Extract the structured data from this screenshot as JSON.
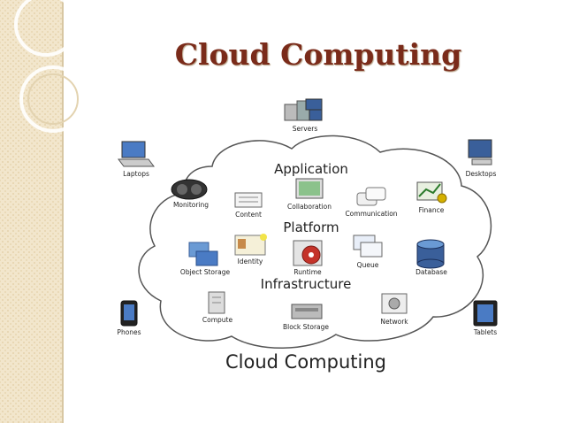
{
  "title": "Cloud Computing",
  "diagram": {
    "layers": {
      "application": "Application",
      "platform": "Platform",
      "infrastructure": "Infrastructure"
    },
    "caption": "Cloud Computing",
    "outside": {
      "servers": "Servers",
      "laptops": "Laptops",
      "desktops": "Desktops",
      "phones": "Phones",
      "tablets": "Tablets"
    },
    "services": {
      "monitoring": "Monitoring",
      "content": "Content",
      "collaboration": "Collaboration",
      "communication": "Communication",
      "finance": "Finance",
      "identity": "Identity",
      "object_storage": "Object Storage",
      "runtime": "Runtime",
      "queue": "Queue",
      "database": "Database",
      "compute": "Compute",
      "block_storage": "Block Storage",
      "network": "Network"
    }
  },
  "colors": {
    "title": "#7a2b1a",
    "sidebar": "#f2e6cc",
    "cloud_stroke": "#555555"
  }
}
